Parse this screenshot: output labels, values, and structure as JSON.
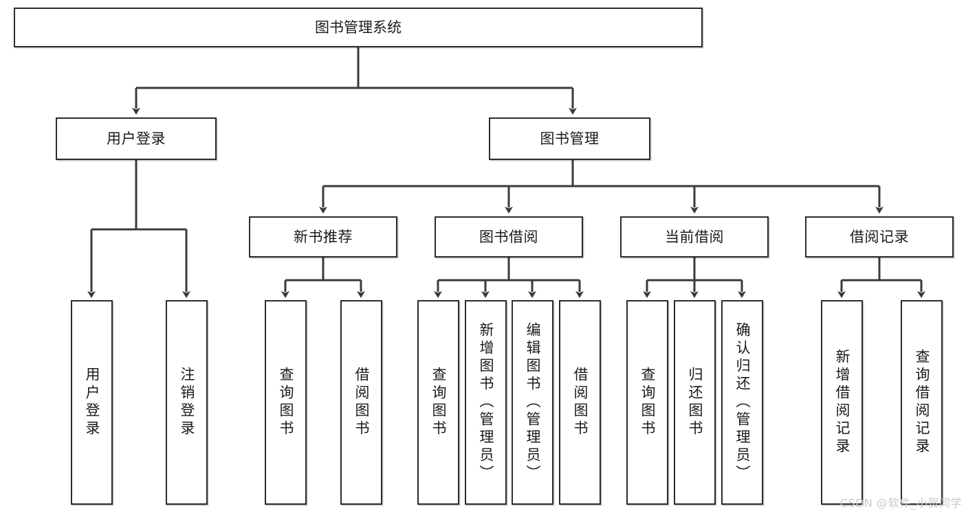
{
  "diagram": {
    "type": "tree",
    "title": "图书管理系统",
    "watermark": "CSDN @软件_小贺同学",
    "colors": {
      "box_border": "#2b2b2b",
      "box_fill": "#ffffff",
      "connector": "#3a3a3a",
      "text": "#1a1a1a",
      "watermark": "#c9c9c9"
    },
    "nodes": {
      "root": {
        "label": "图书管理系统"
      },
      "level2": [
        {
          "label": "用户登录"
        },
        {
          "label": "图书管理"
        }
      ],
      "level3": [
        {
          "label": "新书推荐"
        },
        {
          "label": "图书借阅"
        },
        {
          "label": "当前借阅"
        },
        {
          "label": "借阅记录"
        }
      ],
      "leaves": {
        "user_login": [
          {
            "label": "用户登录"
          },
          {
            "label": "注销登录"
          }
        ],
        "new_book": [
          {
            "label": "查询图书"
          },
          {
            "label": "借阅图书"
          }
        ],
        "borrow": [
          {
            "label": "查询图书"
          },
          {
            "label": "新增图书（管理员）"
          },
          {
            "label": "编辑图书（管理员）"
          },
          {
            "label": "借阅图书"
          }
        ],
        "current": [
          {
            "label": "查询图书"
          },
          {
            "label": "归还图书"
          },
          {
            "label": "确认归还（管理员）"
          }
        ],
        "records": [
          {
            "label": "新增借阅记录"
          },
          {
            "label": "查询借阅记录"
          }
        ]
      }
    }
  }
}
